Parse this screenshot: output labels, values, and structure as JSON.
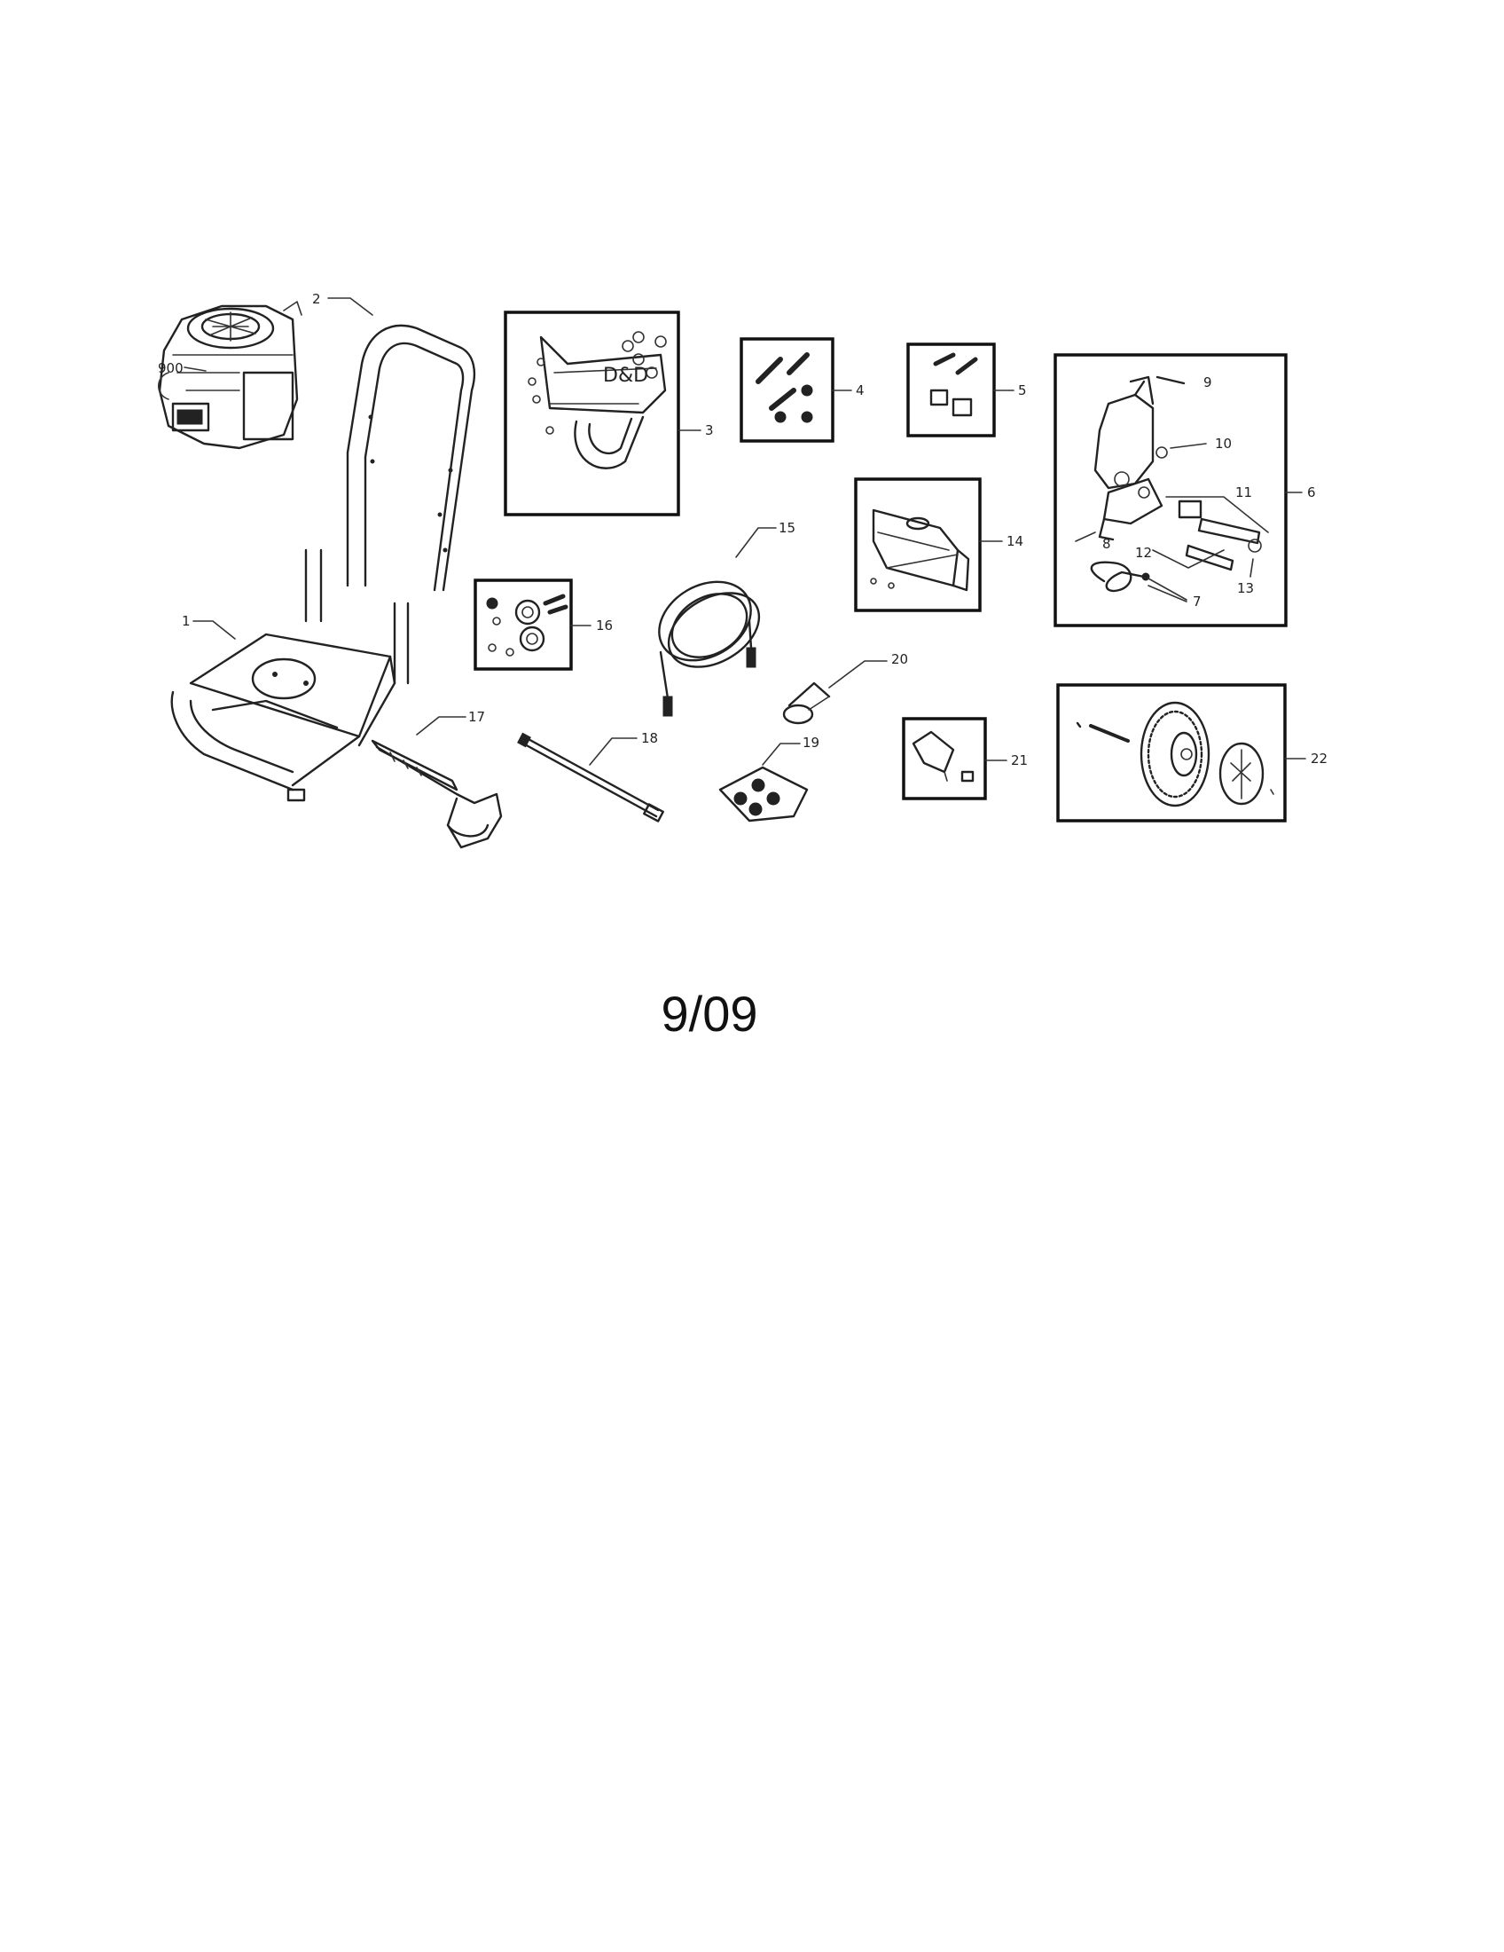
{
  "diagram": {
    "callouts": {
      "c900": "900",
      "c1": "1",
      "c2": "2",
      "c3": "3",
      "c4": "4",
      "c5": "5",
      "c6": "6",
      "c7": "7",
      "c8": "8",
      "c9": "9",
      "c10": "10",
      "c11": "11",
      "c12": "12",
      "c13": "13",
      "c14": "14",
      "c15": "15",
      "c16": "16",
      "c17": "17",
      "c18": "18",
      "c19": "19",
      "c20": "20",
      "c21": "21",
      "c22": "22"
    },
    "date": "9/09"
  }
}
